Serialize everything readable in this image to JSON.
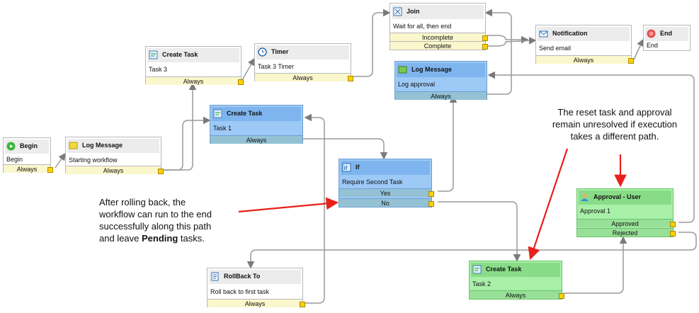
{
  "nodes": {
    "begin": {
      "title": "Begin",
      "desc": "Begin",
      "outputs": [
        "Always"
      ]
    },
    "logStart": {
      "title": "Log Message",
      "desc": "Starting workflow",
      "outputs": [
        "Always"
      ]
    },
    "createTask3": {
      "title": "Create Task",
      "desc": "Task 3",
      "outputs": [
        "Always"
      ]
    },
    "timer": {
      "title": "Timer",
      "desc": "Task 3 Timer",
      "outputs": [
        "Always"
      ]
    },
    "join": {
      "title": "Join",
      "desc": "Wait for all, then end",
      "outputs": [
        "Incomplete",
        "Complete"
      ]
    },
    "notification": {
      "title": "Notification",
      "desc": "Send email",
      "outputs": [
        "Always"
      ]
    },
    "end": {
      "title": "End",
      "desc": "End"
    },
    "logApproval": {
      "title": "Log Message",
      "desc": "Log approval",
      "outputs": [
        "Always"
      ]
    },
    "createTask1": {
      "title": "Create Task",
      "desc": "Task 1",
      "outputs": [
        "Always"
      ]
    },
    "ifNode": {
      "title": "If",
      "desc": "Require Second Task",
      "outputs": [
        "Yes",
        "No"
      ]
    },
    "approval": {
      "title": "Approval - User",
      "desc": "Approval 1",
      "outputs": [
        "Approved",
        "Rejected"
      ]
    },
    "createTask2": {
      "title": "Create Task",
      "desc": "Task 2",
      "outputs": [
        "Always"
      ]
    },
    "rollback": {
      "title": "RollBack To",
      "desc": "Roll back to first task",
      "outputs": [
        "Always"
      ]
    }
  },
  "callouts": {
    "left": {
      "line1": "After rolling back, the",
      "line2": "workflow can run to the end",
      "line3": "successfully along this path",
      "line4_pre": "and leave ",
      "line4_bold": "Pending",
      "line4_post": " tasks."
    },
    "right": {
      "line1": "The reset task and approval",
      "line2": "remain unresolved if execution",
      "line3": "takes a different path."
    }
  },
  "colors": {
    "connector": "#7a7a7a",
    "callout_arrow": "#e8201a",
    "port": "#ffd000",
    "active_blue": "#9dc9f7",
    "approval_green": "#a8f0a8"
  }
}
